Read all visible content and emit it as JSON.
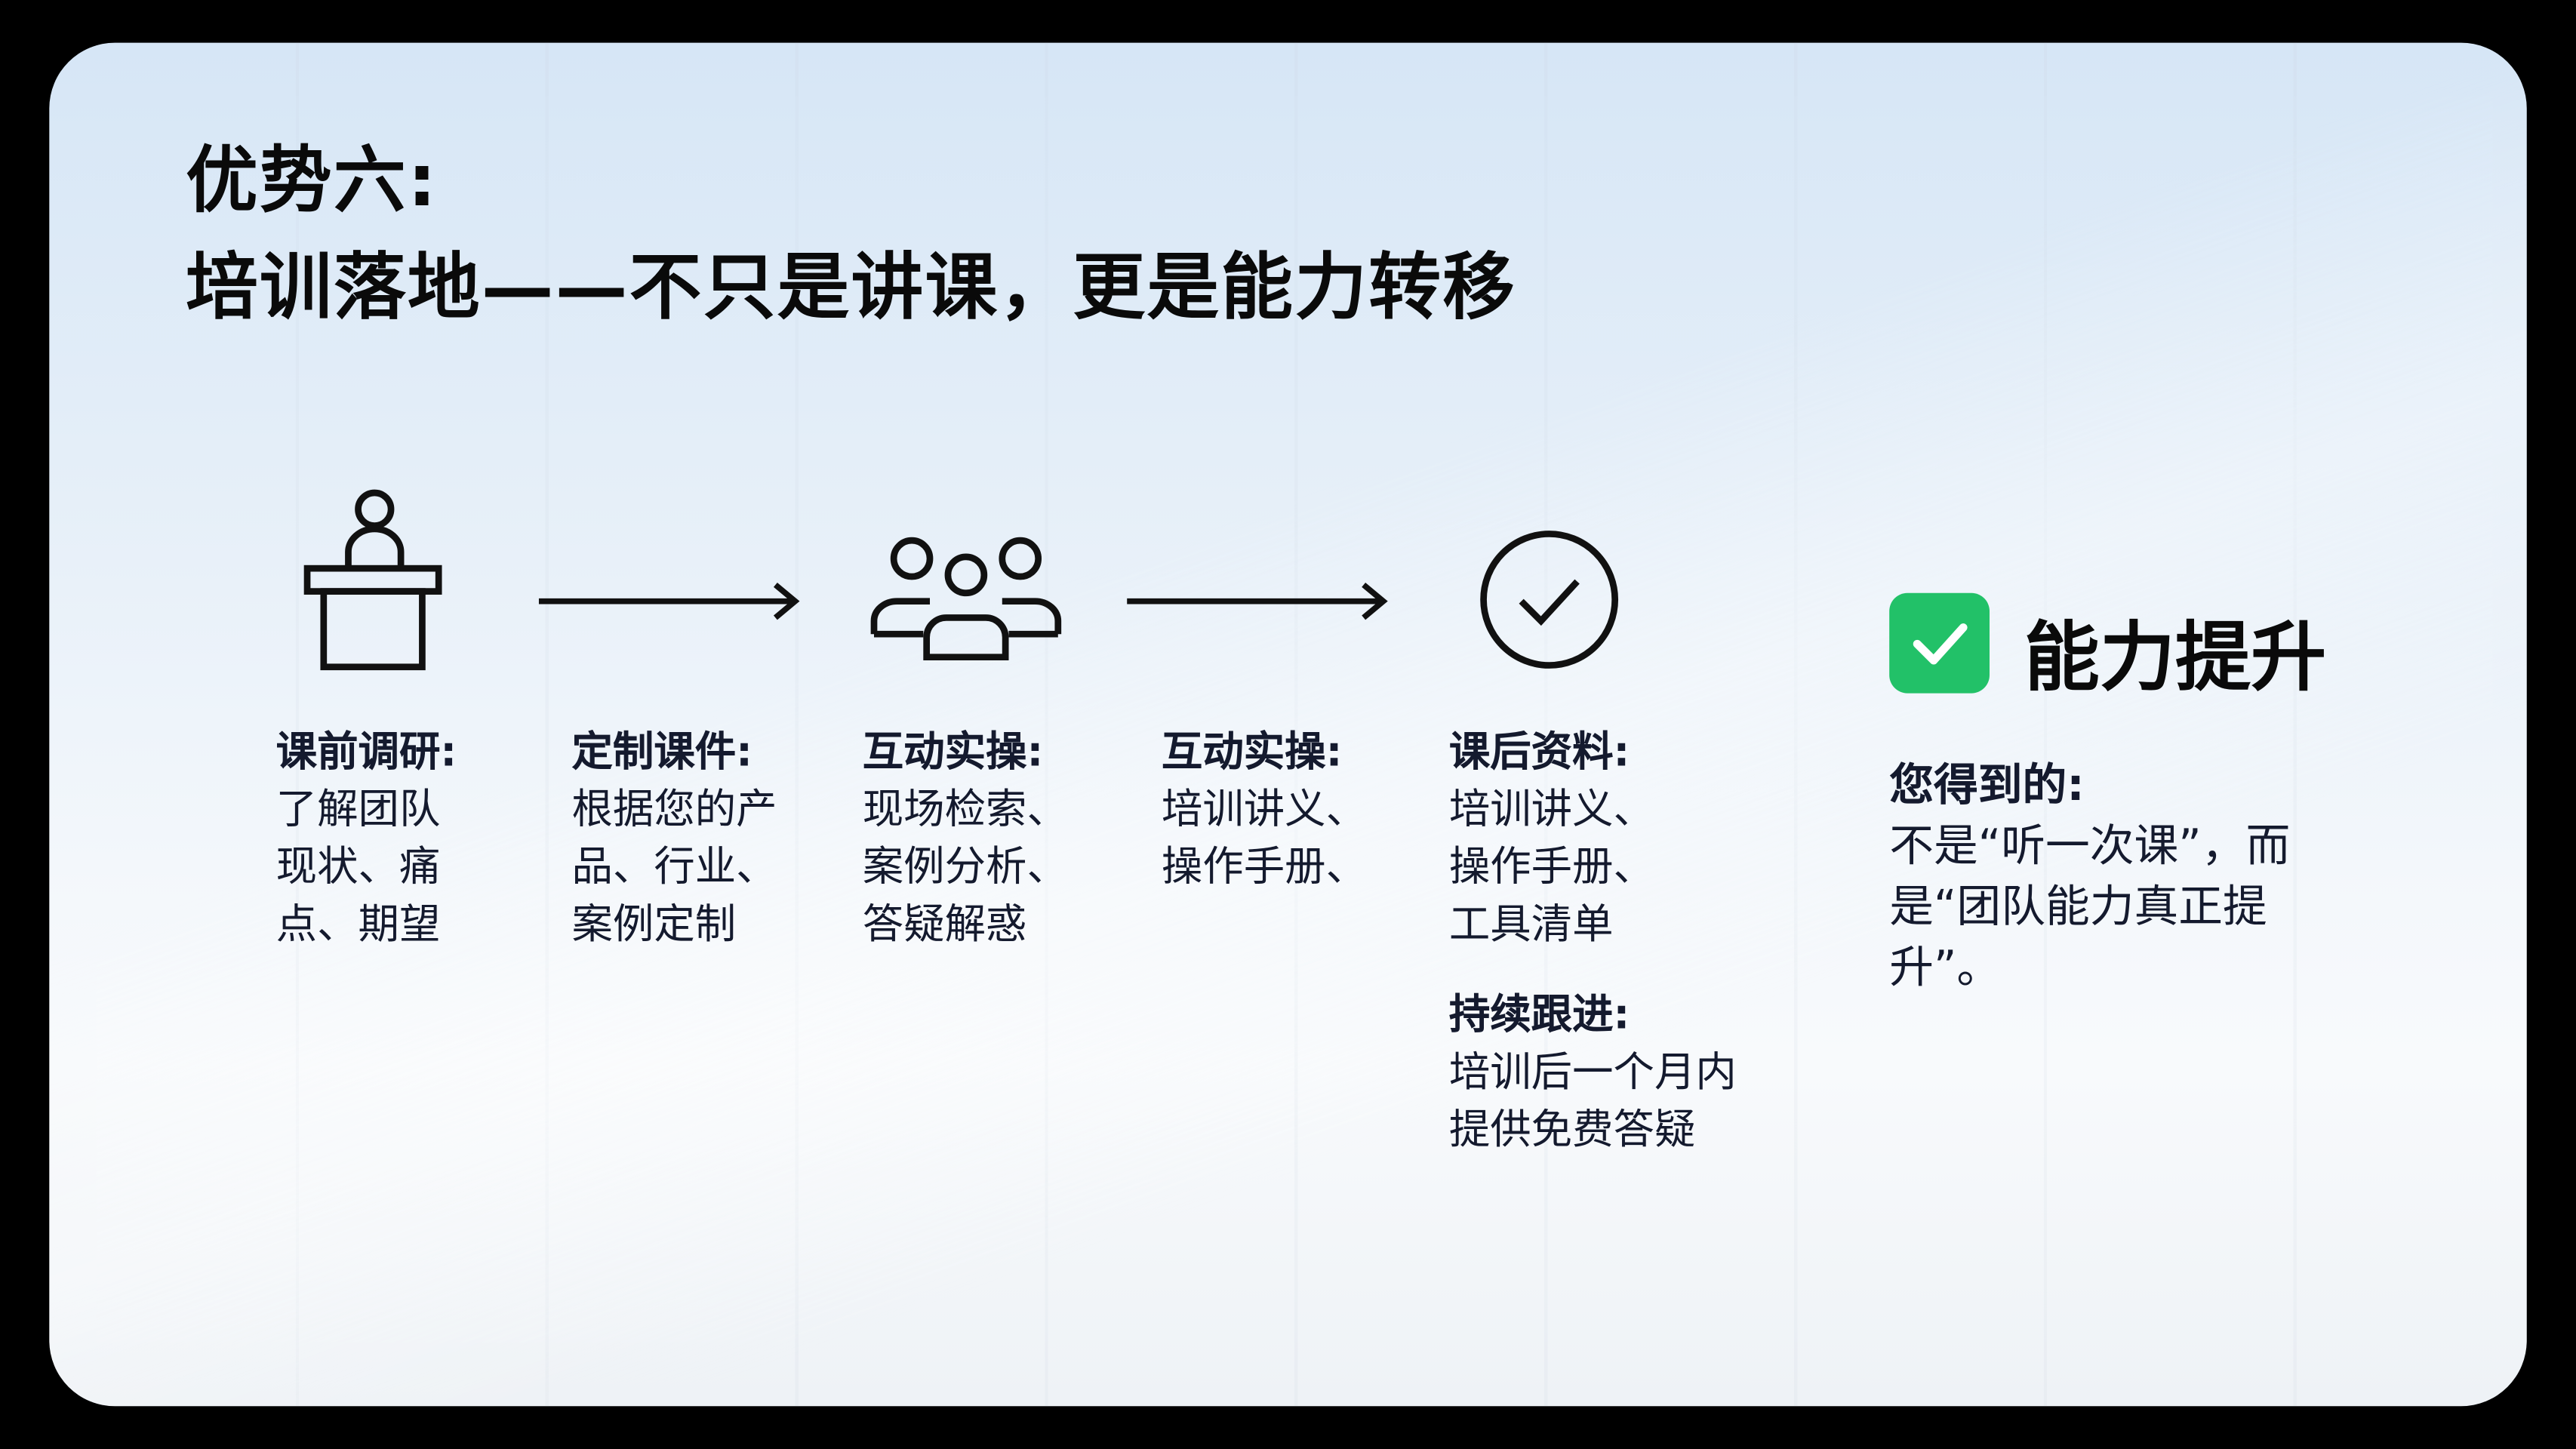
{
  "slide": {
    "title_line1": "优势六:",
    "title_line2": "培训落地——不只是讲课，更是能力转移"
  },
  "flow": {
    "icons": [
      "podium-icon",
      "group-icon",
      "check-circle-icon"
    ],
    "columns": [
      {
        "heading": "课前调研:",
        "lines": [
          "了解团队",
          "现状、痛",
          "点、期望"
        ]
      },
      {
        "heading": "定制课件:",
        "lines": [
          "根据您的产",
          "品、行业、",
          "案例定制"
        ]
      },
      {
        "heading": "互动实操:",
        "lines": [
          "现场检索、",
          "案例分析、",
          "答疑解惑"
        ]
      },
      {
        "heading": "互动实操:",
        "lines": [
          "培训讲义、",
          "操作手册、"
        ]
      },
      {
        "heading": "课后资料:",
        "lines": [
          "培训讲义、",
          "操作手册、",
          "工具清单"
        ]
      }
    ],
    "followup": {
      "heading": "持续跟进:",
      "lines": [
        "培训后一个月内",
        "提供免费答疑"
      ]
    }
  },
  "result": {
    "title": "能力提升",
    "subtitle": "您得到的:",
    "lines": [
      "不是“听一次课”，而",
      "是“团队能力真正提",
      "升”。"
    ],
    "accent": "#22c168"
  }
}
